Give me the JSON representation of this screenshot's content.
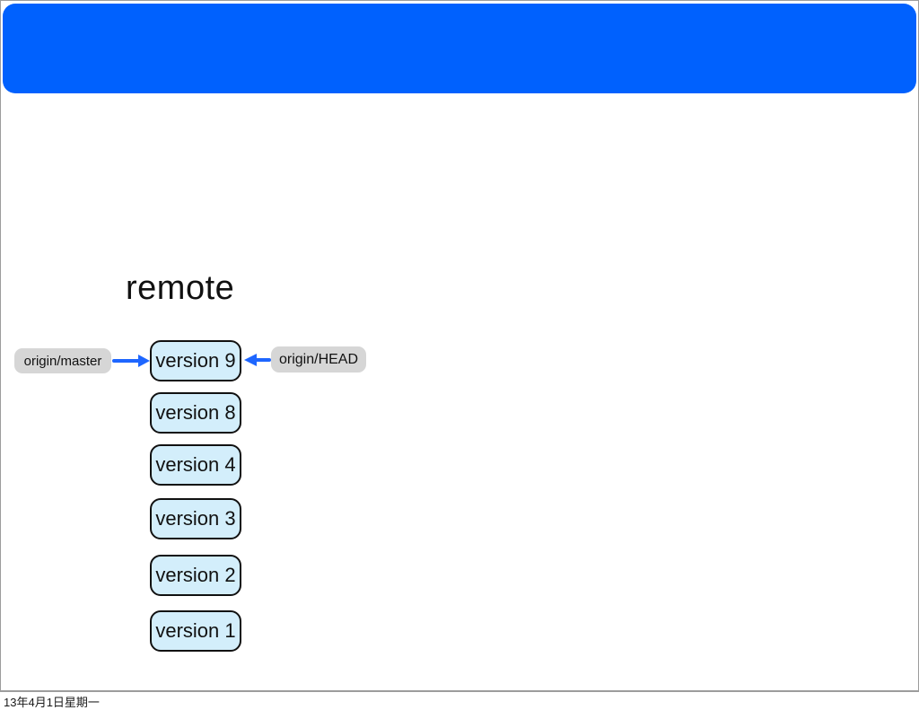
{
  "title": "remote",
  "footer": "13年4月1日星期一",
  "refs": {
    "master": "origin/master",
    "head": "origin/HEAD"
  },
  "versions": [
    "version 9",
    "version 8",
    "version 4",
    "version 3",
    "version 2",
    "version 1"
  ],
  "colors": {
    "header_bar": "#0061fe",
    "arrow": "#1e66ff",
    "commit_fill": "#d3eefb",
    "commit_border": "#111111",
    "ref_pill": "#d6d6d6",
    "footer_text": "#1a1a1a"
  }
}
